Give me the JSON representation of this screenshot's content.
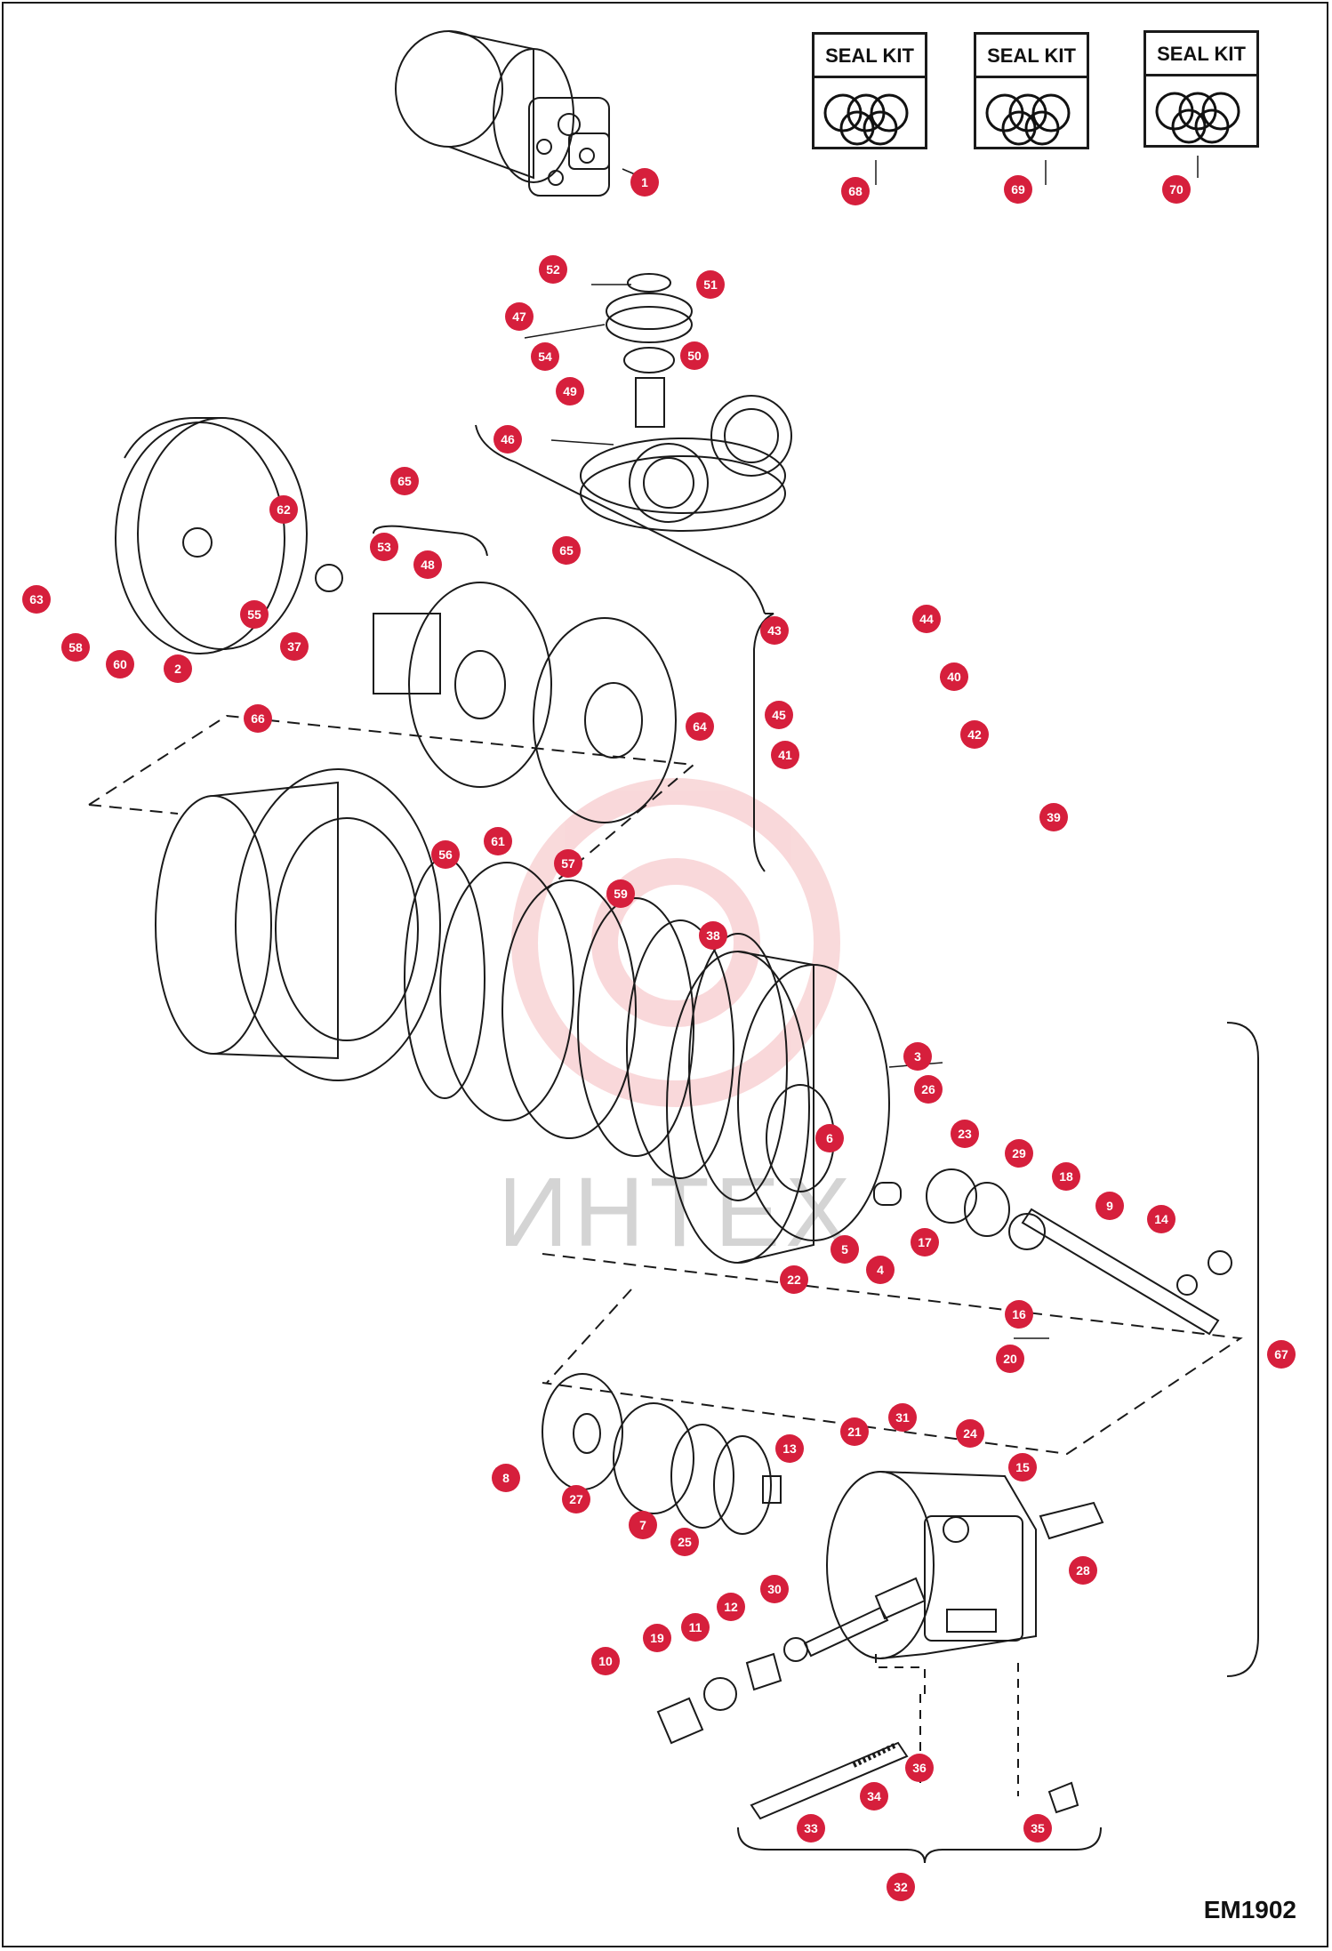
{
  "drawing_code": "EM1902",
  "watermark_text": "ИНТЕХ",
  "seal_kits": [
    {
      "title": "SEAL KIT",
      "callout": "68"
    },
    {
      "title": "SEAL KIT",
      "callout": "69"
    },
    {
      "title": "SEAL KIT",
      "callout": "70"
    }
  ],
  "callout_color": "#d61f3c",
  "line_color": "#1a1a1a",
  "callouts": [
    "1",
    "2",
    "3",
    "4",
    "5",
    "6",
    "7",
    "8",
    "9",
    "10",
    "11",
    "12",
    "13",
    "14",
    "15",
    "16",
    "17",
    "18",
    "19",
    "20",
    "21",
    "22",
    "23",
    "24",
    "25",
    "26",
    "27",
    "28",
    "29",
    "30",
    "31",
    "32",
    "33",
    "34",
    "35",
    "36",
    "37",
    "38",
    "39",
    "40",
    "41",
    "42",
    "43",
    "44",
    "45",
    "46",
    "47",
    "48",
    "49",
    "50",
    "51",
    "52",
    "53",
    "54",
    "55",
    "56",
    "57",
    "58",
    "59",
    "60",
    "61",
    "62",
    "63",
    "64",
    "65",
    "66",
    "67",
    "68",
    "69",
    "70"
  ]
}
